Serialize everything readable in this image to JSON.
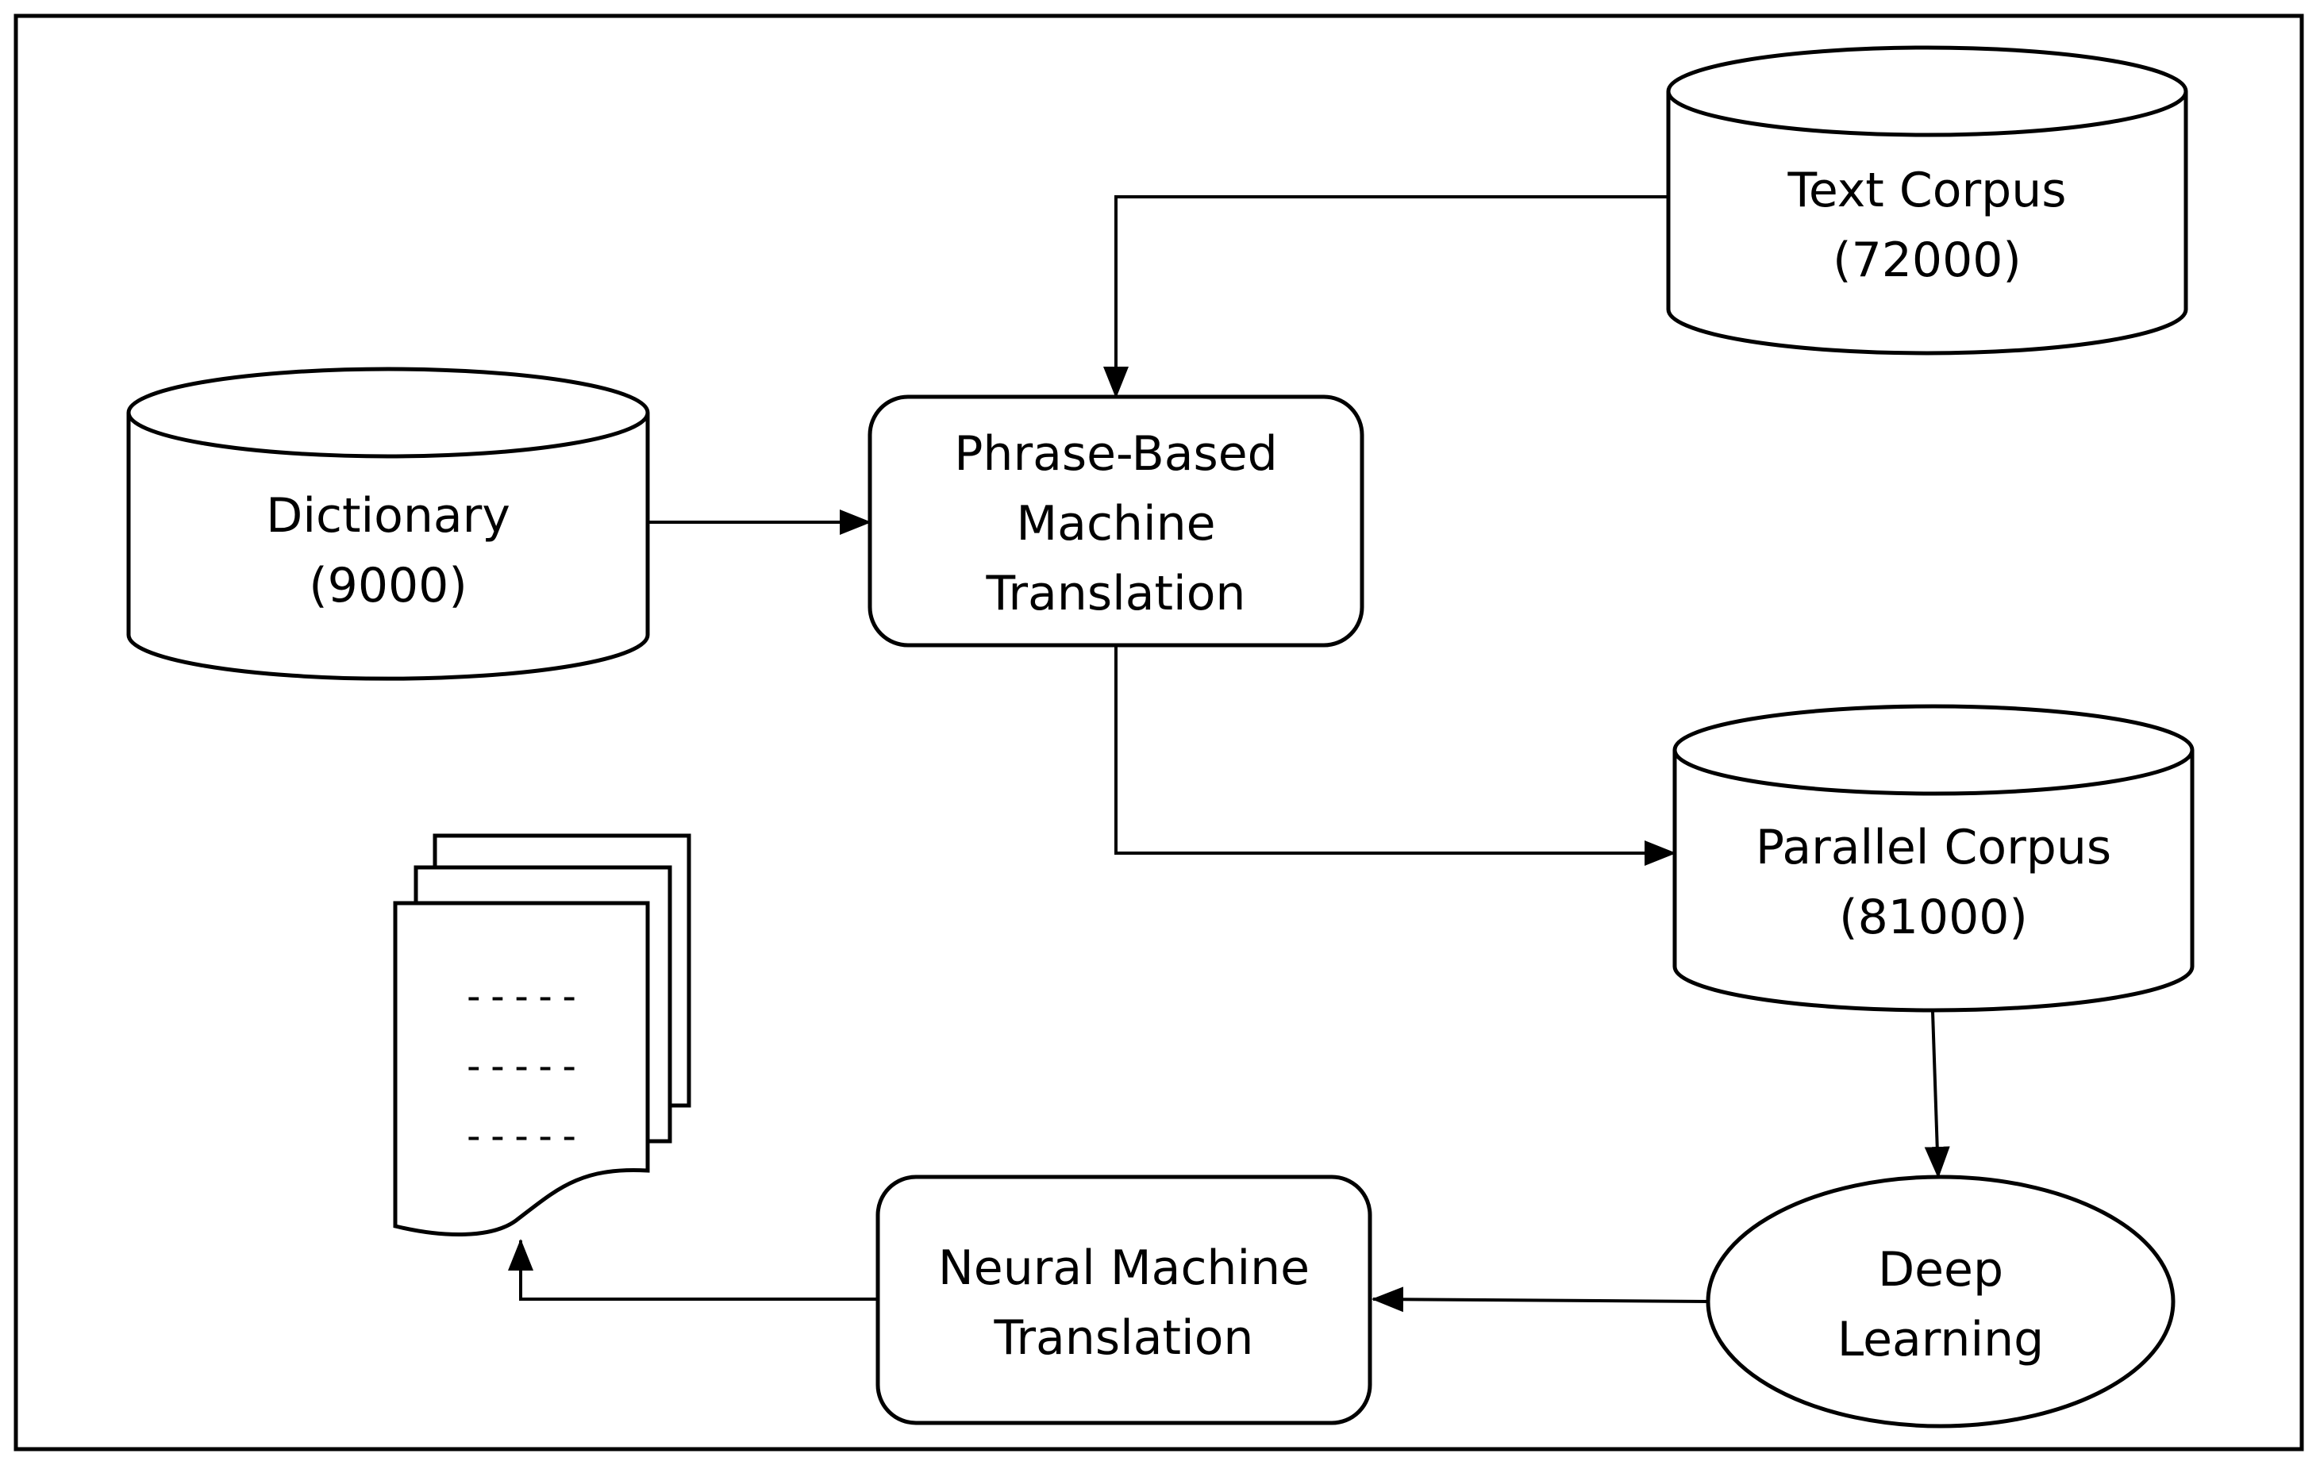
{
  "nodes": {
    "text_corpus": {
      "line1": "Text Corpus",
      "line2": "(72000)"
    },
    "dictionary": {
      "line1": "Dictionary",
      "line2": "(9000)"
    },
    "phrase_based_mt": {
      "line1": "Phrase-Based",
      "line2": "Machine",
      "line3": "Translation"
    },
    "parallel_corpus": {
      "line1": "Parallel Corpus",
      "line2": "(81000)"
    },
    "deep_learning": {
      "line1": "Deep",
      "line2": "Learning"
    },
    "neural_mt": {
      "line1": "Neural Machine",
      "line2": "Translation"
    },
    "output_document": {
      "line1": "-----",
      "line2": "-----",
      "line3": "-----"
    }
  },
  "edges": [
    {
      "from": "dictionary",
      "to": "phrase_based_mt"
    },
    {
      "from": "text_corpus",
      "to": "phrase_based_mt"
    },
    {
      "from": "phrase_based_mt",
      "to": "parallel_corpus"
    },
    {
      "from": "parallel_corpus",
      "to": "deep_learning"
    },
    {
      "from": "deep_learning",
      "to": "neural_mt"
    },
    {
      "from": "neural_mt",
      "to": "output_document"
    }
  ]
}
